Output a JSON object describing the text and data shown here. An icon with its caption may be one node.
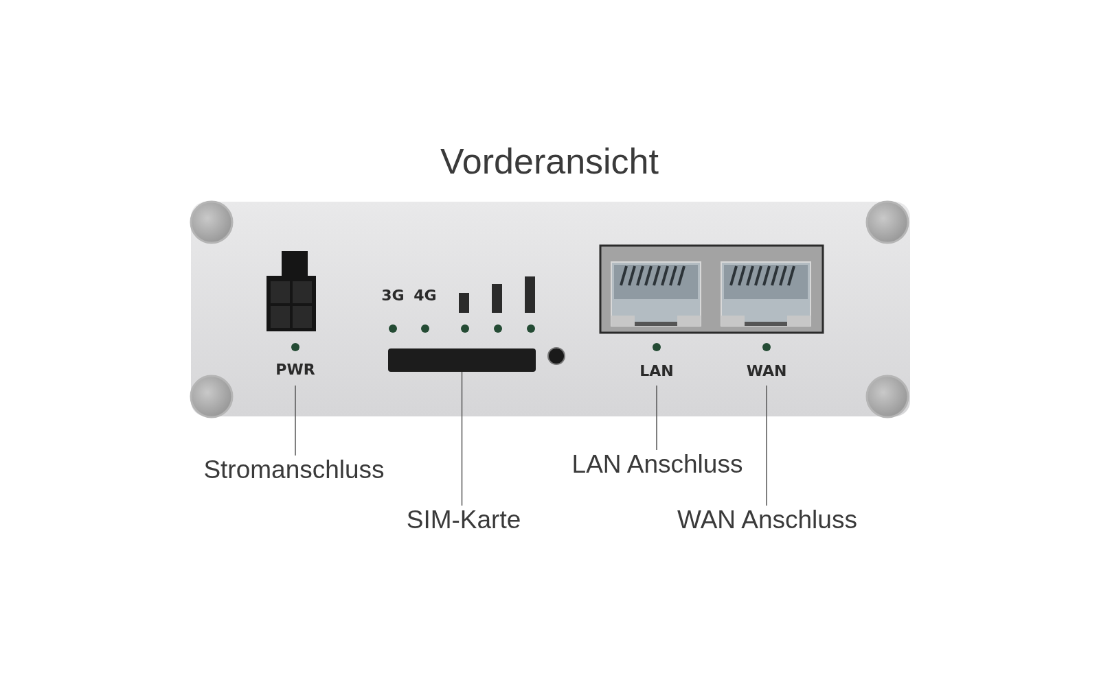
{
  "diagram": {
    "title": "Vorderansicht",
    "nodes": [
      {
        "text": [
          "Stromanschluss"
        ]
      },
      {
        "text": [],
        "shape": "picture"
      },
      {
        "text": [
          "SIM-Karte"
        ]
      },
      {
        "text": [],
        "shape": "box"
      },
      {
        "text": [
          "LAN Anschluss"
        ]
      },
      {
        "text": [],
        "shape": "picture"
      },
      {
        "text": [
          "WAN Anschluss"
        ]
      },
      {
        "text": [],
        "shape": "picture"
      }
    ],
    "edges": [
      {
        "from": 0,
        "to": 1,
        "arrow": "none"
      },
      {
        "from": 2,
        "to": 3,
        "arrow": "none"
      },
      {
        "from": 4,
        "to": 5,
        "arrow": "none"
      },
      {
        "from": 6,
        "to": 7,
        "arrow": "none"
      }
    ],
    "labels": [
      "3G",
      "4G",
      "PWR",
      "LAN",
      "WAN"
    ]
  }
}
